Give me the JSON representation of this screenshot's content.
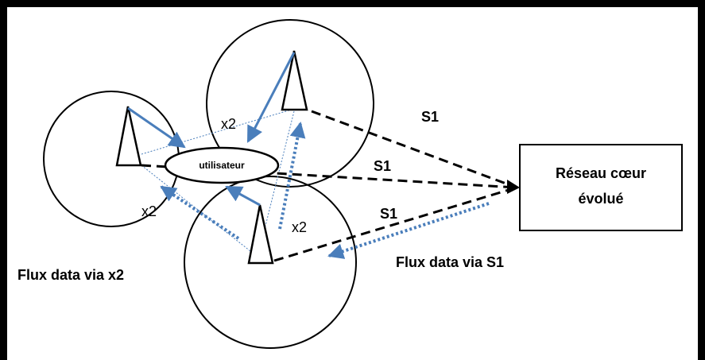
{
  "user_label": "utilisateur",
  "core_network": {
    "line1": "Réseau cœur",
    "line2": "évolué"
  },
  "x2_labels": [
    "x2",
    "x2",
    "x2"
  ],
  "s1_labels": [
    "S1",
    "S1",
    "S1"
  ],
  "legend": {
    "x2_flow": "Flux data via x2",
    "s1_flow": "Flux data via S1"
  },
  "colors": {
    "arrow_blue": "#4a7ebb",
    "line": "#000000"
  },
  "icons": [
    "antenna-icon",
    "antenna-icon",
    "antenna-icon"
  ]
}
